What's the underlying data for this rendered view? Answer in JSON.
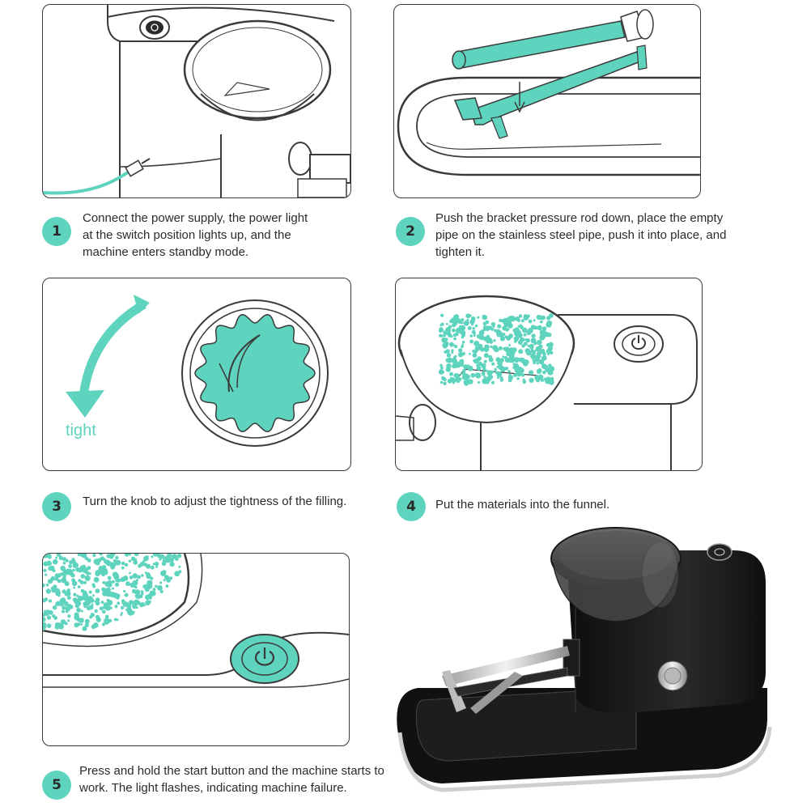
{
  "colors": {
    "accent": "#5ed3bd",
    "line": "#3a3a3a",
    "machine": "#1a1a1a"
  },
  "steps": [
    {
      "number": "1",
      "text": "Connect the power supply, the power light at the switch position lights up, and the machine enters standby mode."
    },
    {
      "number": "2",
      "text": "Push the bracket pressure rod down, place the empty pipe on the stainless steel pipe, push it into place, and tighten it."
    },
    {
      "number": "3",
      "text": "Turn the knob to adjust the tightness of the filling."
    },
    {
      "number": "4",
      "text": "Put the materials into the funnel."
    },
    {
      "number": "5",
      "text": "Press and hold the start button and the machine starts to work. The light flashes, indicating machine failure."
    }
  ],
  "panel3": {
    "arrow_label": "tight"
  },
  "icons": [
    "power-icon",
    "knob-icon",
    "curved-arrow-icon"
  ]
}
